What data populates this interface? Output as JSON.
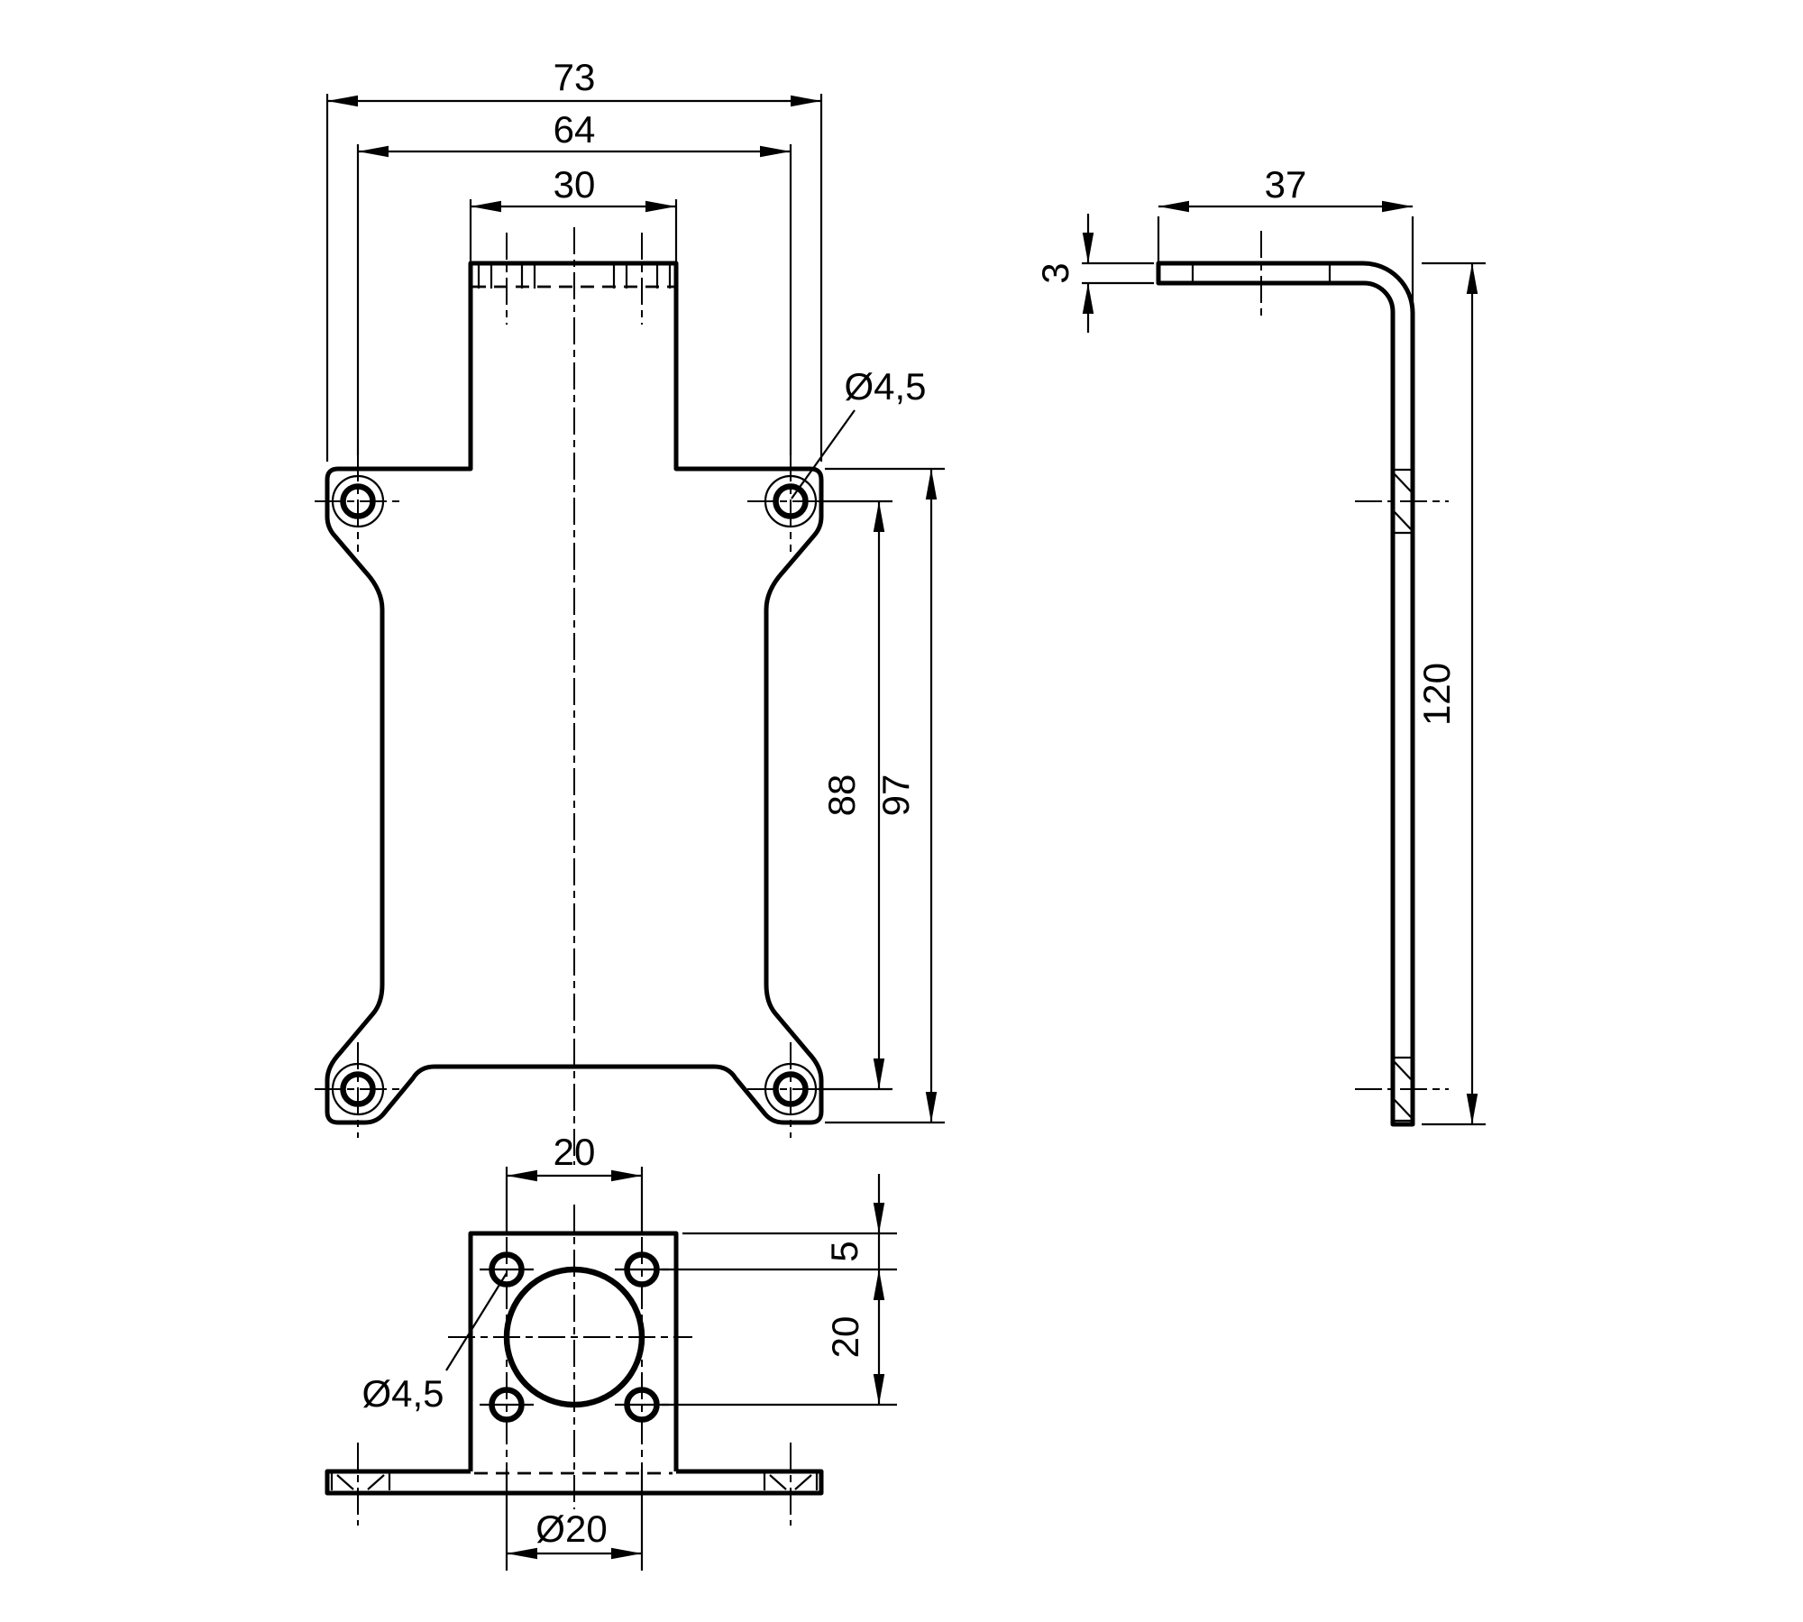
{
  "page": {
    "background": "#ffffff",
    "line_color": "#000000"
  },
  "views": {
    "front": {
      "dims": {
        "overall_width": "73",
        "hole_spacing_horizontal": "64",
        "tab_width": "30",
        "hole_diameter": "Ø4,5",
        "hole_spacing_vertical": "88",
        "flange_height": "97"
      }
    },
    "side": {
      "dims": {
        "leg_depth": "37",
        "material_thickness": "3",
        "overall_height": "120"
      }
    },
    "bottom": {
      "dims": {
        "hole_spacing_horizontal": "20",
        "hole_row_offset": "5",
        "hole_spacing_vertical": "20",
        "hole_diameter": "Ø4,5",
        "bore_diameter": "Ø20"
      }
    }
  }
}
